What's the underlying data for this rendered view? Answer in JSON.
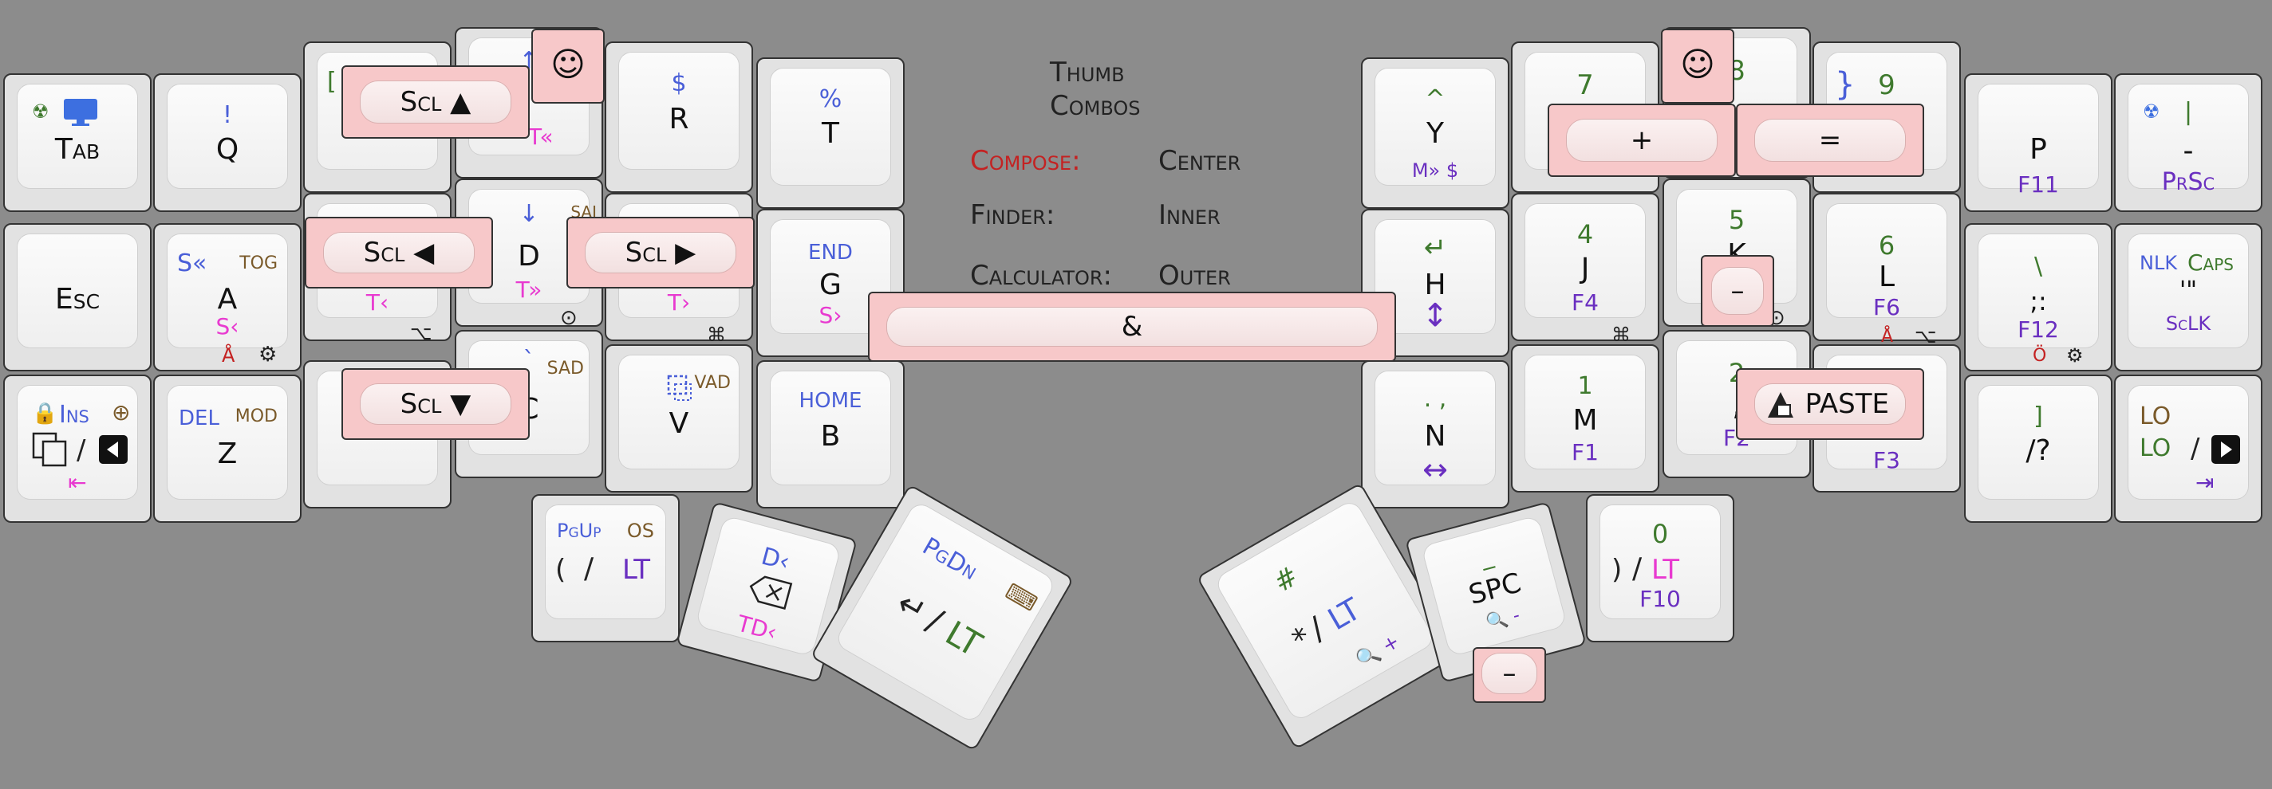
{
  "legend": {
    "title_line1": "Thumb",
    "title_line2": "Combos",
    "rows": [
      {
        "label": "Compose:",
        "value": "Center",
        "label_color": "#c42222"
      },
      {
        "label": "Finder:",
        "value": "Inner",
        "label_color": "#222222"
      },
      {
        "label": "Calculator:",
        "value": "Outer",
        "label_color": "#222222"
      }
    ]
  },
  "colors": {
    "background": "#8c8c8c",
    "key_fill": "#e2e2e2",
    "combo_fill": "#f7c8c9",
    "base_layer": "#4a5fd8",
    "num_layer": "#3f7a2e",
    "nav_layer": "#e83ad0",
    "func_layer": "#6a2fc0"
  },
  "keys": {
    "tab": {
      "main": "Tab",
      "icons": [
        "radioactive-icon",
        "monitor-icon"
      ]
    },
    "q": {
      "main": "Q",
      "top": "!"
    },
    "w": {
      "top": "[",
      "bottom": "T«"
    },
    "e": {
      "top": "↑",
      "bottom": "T«"
    },
    "r": {
      "main": "R",
      "top": "$"
    },
    "t": {
      "main": "T",
      "top": "%"
    },
    "esc": {
      "main": "Esc"
    },
    "a": {
      "main": "A",
      "top_left": "S«",
      "top_right": "TOG",
      "bottom": "S‹",
      "bottom_left": "Å",
      "bottom_right": "⚙"
    },
    "s": {
      "bottom": "T‹",
      "bottom_right": "⌥"
    },
    "d": {
      "main": "D",
      "top": "↓",
      "top_right": "SAI",
      "bottom": "T»",
      "bottom_right": "⊙"
    },
    "f": {
      "bottom": "T›",
      "bottom_right": "⌘"
    },
    "g": {
      "main": "G",
      "top": "END",
      "bottom": "S›"
    },
    "ins": {
      "top": "Ins",
      "bottom": "⇤",
      "icons": [
        "lock-icon",
        "circle-up-icon",
        "copy-icon",
        "arrow-left-box-icon"
      ],
      "sep": "/"
    },
    "z": {
      "main": "Z",
      "top_left": "DEL",
      "top_right": "MOD"
    },
    "x": {},
    "c": {
      "main": "C",
      "top": "`",
      "top_right": "SAD"
    },
    "v": {
      "main": "V",
      "top_right": "VAD",
      "icons": [
        "screenshot-icon"
      ]
    },
    "b": {
      "main": "B",
      "top": "HOME"
    },
    "y": {
      "main": "Y",
      "top": "^",
      "bottom": "M» $"
    },
    "u": {
      "top": "7"
    },
    "i": {
      "top": "8"
    },
    "o": {
      "top": "9",
      "top_left": "}"
    },
    "p": {
      "main": "P",
      "bottom": "F11"
    },
    "bar": {
      "main": "-",
      "top": "|",
      "bottom": "PrSc",
      "icons": [
        "radioactive-icon"
      ]
    },
    "h": {
      "main": "H",
      "top": "↵",
      "bottom": "↕"
    },
    "j": {
      "main": "J",
      "top": "4",
      "bottom": "F4",
      "bottom_right": "⌘"
    },
    "k": {
      "main": "K",
      "top": "5",
      "bottom_right": "⊙"
    },
    "l": {
      "main": "L",
      "top": "6",
      "bottom": "F6",
      "bottom_left": "Å",
      "bottom_right": "⌥"
    },
    "semi": {
      "main": ";:",
      "top": "\\",
      "bottom": "F12",
      "bottom_left": "Ö",
      "bottom_right": "⚙"
    },
    "quote": {
      "main": "'\"",
      "top_left": "NLK",
      "top_right": "Caps",
      "bottom": "ScLK"
    },
    "n": {
      "main": "N",
      "top": ". ,",
      "bottom": "↔"
    },
    "m": {
      "main": "M",
      "top": "1",
      "bottom": "F1"
    },
    "comma": {
      "main": ",",
      "top": "2",
      "bottom": "F2"
    },
    "dot": {
      "bottom": "F3"
    },
    "slash": {
      "main": "/?",
      "top": "]"
    },
    "lo": {
      "top": "LO",
      "main": "LO",
      "sep": "/",
      "bottom": "⇥",
      "icons": [
        "arrow-right-box-icon"
      ]
    },
    "t1": {
      "top_left": "PgUp",
      "top_right": "OS",
      "left": "(",
      "sep": "/",
      "right": "LT"
    },
    "t2": {
      "top": "D‹",
      "bottom": "TD‹",
      "icons": [
        "backspace-icon"
      ]
    },
    "t3": {
      "top": "PgDn",
      "left": "↵",
      "sep": "/",
      "right": "LT",
      "icons": [
        "keyboard-icon"
      ]
    },
    "t4": {
      "top": "#",
      "left": "*",
      "sep": "/",
      "right": "LT",
      "bottom": "🔍 +"
    },
    "t5": {
      "main": "SPC",
      "top": "_",
      "bottom": "🔍 -"
    },
    "t6": {
      "top": "0",
      "left": ")",
      "sep": "/",
      "right": "LT",
      "bottom": "F10"
    }
  },
  "combos": {
    "scroll_up": {
      "label": "Scl ▲"
    },
    "scroll_left": {
      "label": "Scl ◀"
    },
    "scroll_right": {
      "label": "Scl ▶"
    },
    "scroll_down": {
      "label": "Scl ▼"
    },
    "smiley_left": {
      "label": "☺"
    },
    "smiley_right": {
      "label": "☺"
    },
    "ampersand": {
      "label": "&"
    },
    "plus": {
      "label": "+"
    },
    "equals": {
      "label": "="
    },
    "minus_k": {
      "label": "–"
    },
    "paste": {
      "label": "PASTE"
    },
    "minus_thumb": {
      "label": "–"
    }
  }
}
